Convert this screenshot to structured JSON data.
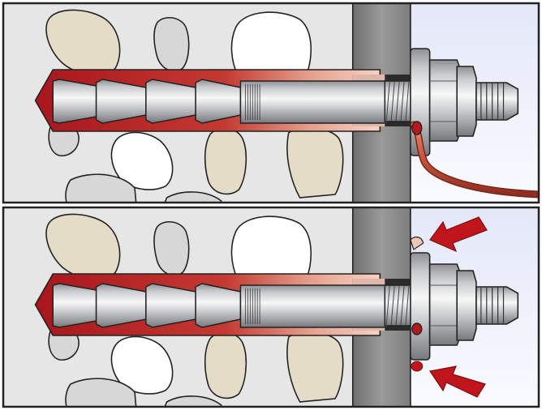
{
  "figure": {
    "panels": [
      {
        "id": "top",
        "state": "mortar-overflow-through-tube"
      },
      {
        "id": "bottom",
        "state": "mortar-emerging-at-washer"
      }
    ],
    "colors": {
      "concrete": "#e6e6e6",
      "pebble_beige": "#e4dcc6",
      "pebble_grey": "#d7d7d7",
      "pebble_white": "#ffffff",
      "mortar_red": "#b4191e",
      "mortar_light": "#f2c7b6",
      "plate_grey": "#8a8a8a",
      "air_blue": "#eef1fb",
      "steel": "#c9cbcd",
      "arrow_red": "#c0151b",
      "outline": "#222222"
    }
  }
}
